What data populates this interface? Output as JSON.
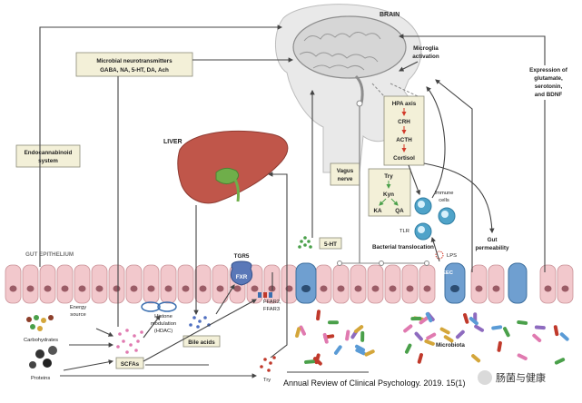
{
  "labels": {
    "brain": "BRAIN",
    "liver": "LIVER",
    "gut_epithelium": "GUT EPITHELIUM",
    "microbial_nt_line1": "Microbial neurotransmitters",
    "microbial_nt_line2": "GABA, NA, 5-HT, DA, Ach",
    "microglia_line1": "Microglia",
    "microglia_line2": "activation",
    "expression_line1": "Expression of",
    "expression_line2": "glutamate,",
    "expression_line3": "serotonin,",
    "expression_line4": "and BDNF",
    "endocannabinoid_line1": "Endocannabinoid",
    "endocannabinoid_line2": "system",
    "hpa_axis": "HPA axis",
    "crh": "CRH",
    "acth": "ACTH",
    "cortisol": "Cortisol",
    "vagus_line1": "Vagus",
    "vagus_line2": "nerve",
    "try": "Try",
    "kyn": "Kyn",
    "ka": "KA",
    "qa": "QA",
    "immune_line1": "Immune",
    "immune_line2": "cells",
    "tlr": "TLR",
    "bacterial_translocation": "Bacterial translocation",
    "lps": "LPS",
    "gut_perm_line1": "Gut",
    "gut_perm_line2": "permeability",
    "eec": "EEC",
    "ht5": "5-HT",
    "tgr5": "TGR5",
    "fxr": "FXR",
    "ffar_line1": "FFAR2,",
    "ffar_line2": "FFAR3",
    "energy_line1": "Energy",
    "energy_line2": "source",
    "histone_line1": "Histone",
    "histone_line2": "modulation",
    "histone_line3": "(HDAC)",
    "carbohydrates": "Carbohydrates",
    "proteins": "Proteins",
    "scfas": "SCFAs",
    "bile_acids": "Bile acids",
    "try_bottom": "Try",
    "microbiota": "Microbiota",
    "citation": "Annual Review of Clinical Psychology. 2019. 15(1)",
    "watermark": "肠菌与健康"
  },
  "colors": {
    "box_fill": "#f3f0d8",
    "cell_fill": "#f2c8cc",
    "eec_fill": "#6f9fd0",
    "liver_fill": "#c0564a",
    "brain_fill": "#dcdcdc",
    "hpa_red": "#d23a2a",
    "tryptophan_green": "#4aa04a",
    "immune_cell": "#4fa3c9"
  }
}
